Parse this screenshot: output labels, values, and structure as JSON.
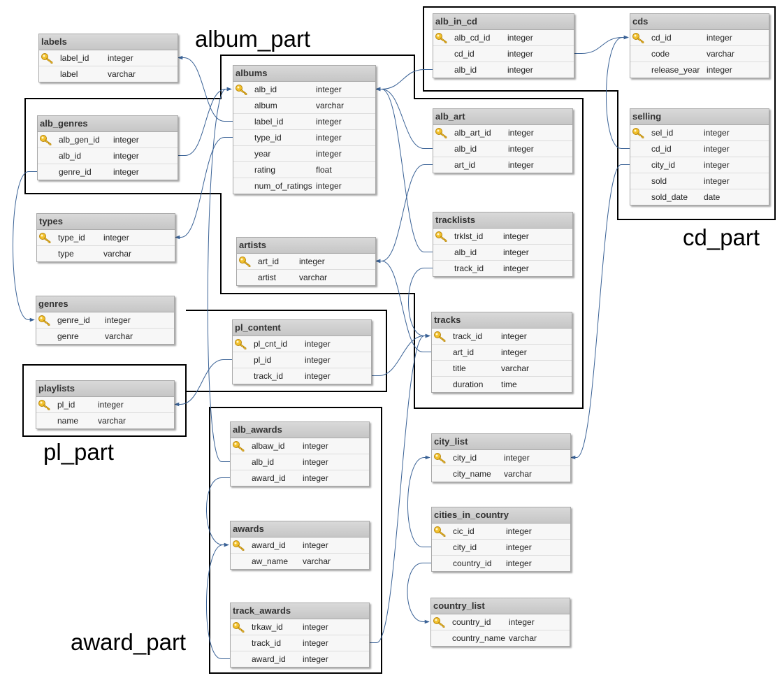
{
  "groups": {
    "album_part": "album_part",
    "cd_part": "cd_part",
    "pl_part": "pl_part",
    "award_part": "award_part"
  },
  "line_color": "#3a6296",
  "key_color": "#f2c12e",
  "tables": [
    {
      "id": "labels",
      "name": "labels",
      "columns": [
        {
          "name": "label_id",
          "type": "integer",
          "pk": true
        },
        {
          "name": "label",
          "type": "varchar"
        }
      ]
    },
    {
      "id": "alb_genres",
      "name": "alb_genres",
      "columns": [
        {
          "name": "alb_gen_id",
          "type": "integer",
          "pk": true
        },
        {
          "name": "alb_id",
          "type": "integer"
        },
        {
          "name": "genre_id",
          "type": "integer"
        }
      ]
    },
    {
      "id": "types",
      "name": "types",
      "columns": [
        {
          "name": "type_id",
          "type": "integer",
          "pk": true
        },
        {
          "name": "type",
          "type": "varchar"
        }
      ]
    },
    {
      "id": "genres",
      "name": "genres",
      "columns": [
        {
          "name": "genre_id",
          "type": "integer",
          "pk": true
        },
        {
          "name": "genre",
          "type": "varchar"
        }
      ]
    },
    {
      "id": "playlists",
      "name": "playlists",
      "columns": [
        {
          "name": "pl_id",
          "type": "integer",
          "pk": true
        },
        {
          "name": "name",
          "type": "varchar"
        }
      ]
    },
    {
      "id": "albums",
      "name": "albums",
      "columns": [
        {
          "name": "alb_id",
          "type": "integer",
          "pk": true
        },
        {
          "name": "album",
          "type": "varchar"
        },
        {
          "name": "label_id",
          "type": "integer"
        },
        {
          "name": "type_id",
          "type": "integer"
        },
        {
          "name": "year",
          "type": "integer"
        },
        {
          "name": "rating",
          "type": "float"
        },
        {
          "name": "num_of_ratings",
          "type": "integer"
        }
      ]
    },
    {
      "id": "artists",
      "name": "artists",
      "columns": [
        {
          "name": "art_id",
          "type": "integer",
          "pk": true
        },
        {
          "name": "artist",
          "type": "varchar"
        }
      ]
    },
    {
      "id": "pl_content",
      "name": "pl_content",
      "columns": [
        {
          "name": "pl_cnt_id",
          "type": "integer",
          "pk": true
        },
        {
          "name": "pl_id",
          "type": "integer"
        },
        {
          "name": "track_id",
          "type": "integer"
        }
      ]
    },
    {
      "id": "alb_awards",
      "name": "alb_awards",
      "columns": [
        {
          "name": "albaw_id",
          "type": "integer",
          "pk": true
        },
        {
          "name": "alb_id",
          "type": "integer"
        },
        {
          "name": "award_id",
          "type": "integer"
        }
      ]
    },
    {
      "id": "awards",
      "name": "awards",
      "columns": [
        {
          "name": "award_id",
          "type": "integer",
          "pk": true
        },
        {
          "name": "aw_name",
          "type": "varchar"
        }
      ]
    },
    {
      "id": "track_awards",
      "name": "track_awards",
      "columns": [
        {
          "name": "trkaw_id",
          "type": "integer",
          "pk": true
        },
        {
          "name": "track_id",
          "type": "integer"
        },
        {
          "name": "award_id",
          "type": "integer"
        }
      ]
    },
    {
      "id": "alb_in_cd",
      "name": "alb_in_cd",
      "columns": [
        {
          "name": "alb_cd_id",
          "type": "integer",
          "pk": true
        },
        {
          "name": "cd_id",
          "type": "integer"
        },
        {
          "name": "alb_id",
          "type": "integer"
        }
      ]
    },
    {
      "id": "alb_art",
      "name": "alb_art",
      "columns": [
        {
          "name": "alb_art_id",
          "type": "integer",
          "pk": true
        },
        {
          "name": "alb_id",
          "type": "integer"
        },
        {
          "name": "art_id",
          "type": "integer"
        }
      ]
    },
    {
      "id": "tracklists",
      "name": "tracklists",
      "columns": [
        {
          "name": "trklst_id",
          "type": "integer",
          "pk": true
        },
        {
          "name": "alb_id",
          "type": "integer"
        },
        {
          "name": "track_id",
          "type": "integer"
        }
      ]
    },
    {
      "id": "tracks",
      "name": "tracks",
      "columns": [
        {
          "name": "track_id",
          "type": "integer",
          "pk": true
        },
        {
          "name": "art_id",
          "type": "integer"
        },
        {
          "name": "title",
          "type": "varchar"
        },
        {
          "name": "duration",
          "type": "time"
        }
      ]
    },
    {
      "id": "city_list",
      "name": "city_list",
      "columns": [
        {
          "name": "city_id",
          "type": "integer",
          "pk": true
        },
        {
          "name": "city_name",
          "type": "varchar"
        }
      ]
    },
    {
      "id": "cities_in_country",
      "name": "cities_in_country",
      "columns": [
        {
          "name": "cic_id",
          "type": "integer",
          "pk": true
        },
        {
          "name": "city_id",
          "type": "integer"
        },
        {
          "name": "country_id",
          "type": "integer"
        }
      ]
    },
    {
      "id": "country_list",
      "name": "country_list",
      "columns": [
        {
          "name": "country_id",
          "type": "integer",
          "pk": true
        },
        {
          "name": "country_name",
          "type": "varchar"
        }
      ]
    },
    {
      "id": "cds",
      "name": "cds",
      "columns": [
        {
          "name": "cd_id",
          "type": "integer",
          "pk": true
        },
        {
          "name": "code",
          "type": "varchar"
        },
        {
          "name": "release_year",
          "type": "integer"
        }
      ]
    },
    {
      "id": "selling",
      "name": "selling",
      "columns": [
        {
          "name": "sel_id",
          "type": "integer",
          "pk": true
        },
        {
          "name": "cd_id",
          "type": "integer"
        },
        {
          "name": "city_id",
          "type": "integer"
        },
        {
          "name": "sold",
          "type": "integer"
        },
        {
          "name": "sold_date",
          "type": "date"
        }
      ]
    }
  ],
  "relations": [
    {
      "from": "albums.label_id",
      "to": "labels.label_id"
    },
    {
      "from": "albums.type_id",
      "to": "types.type_id"
    },
    {
      "from": "alb_genres.alb_id",
      "to": "albums.alb_id"
    },
    {
      "from": "alb_genres.genre_id",
      "to": "genres.genre_id"
    },
    {
      "from": "pl_content.pl_id",
      "to": "playlists.pl_id"
    },
    {
      "from": "pl_content.track_id",
      "to": "tracks.track_id"
    },
    {
      "from": "alb_awards.alb_id",
      "to": "albums.alb_id"
    },
    {
      "from": "alb_awards.award_id",
      "to": "awards.award_id"
    },
    {
      "from": "track_awards.award_id",
      "to": "awards.award_id"
    },
    {
      "from": "track_awards.track_id",
      "to": "tracks.track_id"
    },
    {
      "from": "alb_in_cd.alb_id",
      "to": "albums.alb_id"
    },
    {
      "from": "alb_in_cd.cd_id",
      "to": "cds.cd_id"
    },
    {
      "from": "alb_art.alb_id",
      "to": "albums.alb_id"
    },
    {
      "from": "alb_art.art_id",
      "to": "artists.art_id"
    },
    {
      "from": "tracklists.alb_id",
      "to": "albums.alb_id"
    },
    {
      "from": "tracklists.track_id",
      "to": "tracks.track_id"
    },
    {
      "from": "tracks.art_id",
      "to": "artists.art_id"
    },
    {
      "from": "selling.cd_id",
      "to": "cds.cd_id"
    },
    {
      "from": "selling.city_id",
      "to": "city_list.city_id"
    },
    {
      "from": "cities_in_country.city_id",
      "to": "city_list.city_id"
    },
    {
      "from": "cities_in_country.country_id",
      "to": "country_list.country_id"
    }
  ]
}
